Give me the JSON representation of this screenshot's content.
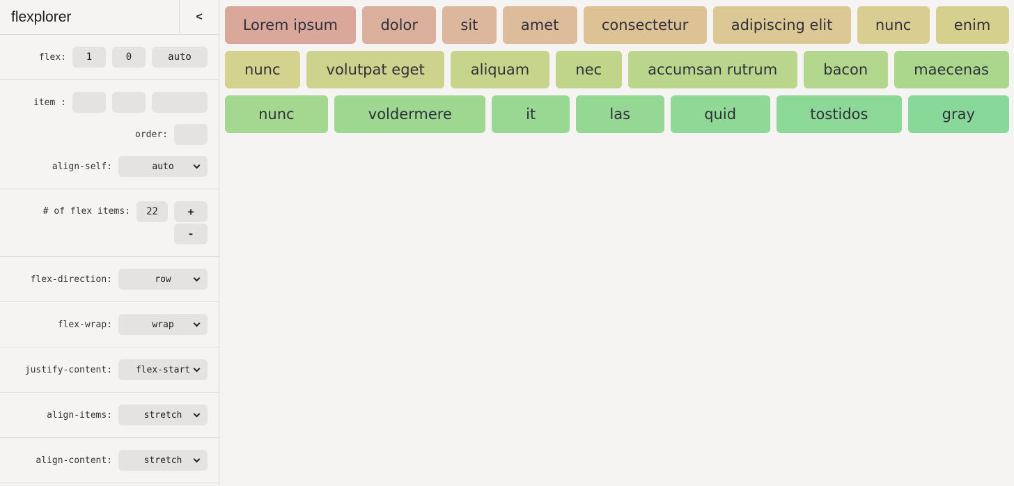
{
  "app": {
    "title": "flexplorer",
    "collapse_icon": "<"
  },
  "sidebar": {
    "flex": {
      "label": "flex:",
      "values": [
        "1",
        "0",
        "auto"
      ]
    },
    "item": {
      "label": "item :",
      "values": [
        "",
        "",
        ""
      ]
    },
    "order": {
      "label": "order:",
      "value": ""
    },
    "align_self": {
      "label": "align-self:",
      "value": "auto"
    },
    "count": {
      "label": "# of flex items:",
      "value": "22",
      "plus": "+",
      "minus": "-"
    },
    "flex_direction": {
      "label": "flex-direction:",
      "value": "row"
    },
    "flex_wrap": {
      "label": "flex-wrap:",
      "value": "wrap"
    },
    "justify_content": {
      "label": "justify-content:",
      "value": "flex-start"
    },
    "align_items": {
      "label": "align-items:",
      "value": "stretch"
    },
    "align_content": {
      "label": "align-content:",
      "value": "stretch"
    }
  },
  "colors": {
    "page_background": "#f5f4f2",
    "control_background": "#e4e3e1",
    "divider": "#dedddb"
  },
  "main": {
    "rows": [
      [
        {
          "label": "Lorem ipsum",
          "color": "#d9a89a"
        },
        {
          "label": "dolor",
          "color": "#dab09c"
        },
        {
          "label": "sit",
          "color": "#dcb69d"
        },
        {
          "label": "amet",
          "color": "#ddbc9b"
        },
        {
          "label": "consectetur",
          "color": "#dcc295"
        },
        {
          "label": "adipiscing elit",
          "color": "#dbc894"
        },
        {
          "label": "nunc",
          "color": "#d9cd91"
        },
        {
          "label": "enim",
          "color": "#d6d08f"
        }
      ],
      [
        {
          "label": "nunc",
          "color": "#d3d28e"
        },
        {
          "label": "volutpat eget",
          "color": "#cdd38c"
        },
        {
          "label": "aliquam",
          "color": "#c7d48b"
        },
        {
          "label": "nec",
          "color": "#c0d58a"
        },
        {
          "label": "accumsan rutrum",
          "color": "#b9d68c"
        },
        {
          "label": "bacon",
          "color": "#b2d68c"
        },
        {
          "label": "maecenas",
          "color": "#abd78d"
        }
      ],
      [
        {
          "label": "nunc",
          "color": "#a4d78f"
        },
        {
          "label": "voldermere",
          "color": "#9dd790"
        },
        {
          "label": "it",
          "color": "#98d892"
        },
        {
          "label": "las",
          "color": "#94d893"
        },
        {
          "label": "quid",
          "color": "#8fd895"
        },
        {
          "label": "tostidos",
          "color": "#8bd897"
        },
        {
          "label": "gray",
          "color": "#88d89a"
        }
      ]
    ]
  }
}
